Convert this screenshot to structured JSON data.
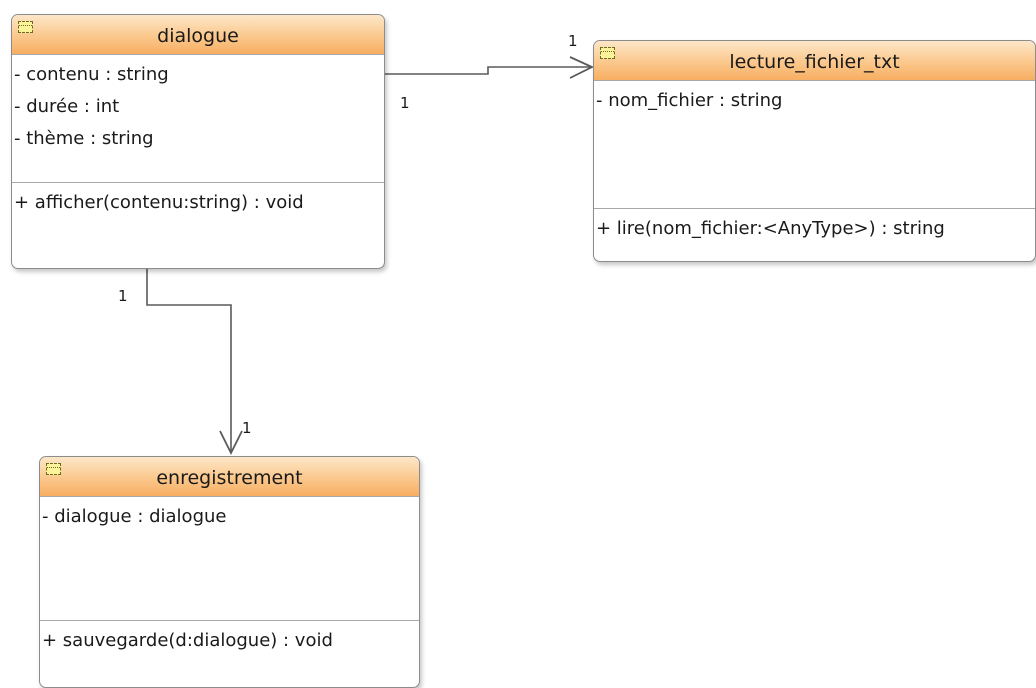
{
  "classes": {
    "dialogue": {
      "name": "dialogue",
      "attributes": [
        "- contenu : string",
        "- durée : int",
        "- thème : string"
      ],
      "operations": [
        "+ afficher(contenu:string) : void"
      ]
    },
    "lecture": {
      "name": "lecture_fichier_txt",
      "attributes": [
        "- nom_fichier : string"
      ],
      "operations": [
        "+ lire(nom_fichier:<AnyType>) : string"
      ]
    },
    "enregistrement": {
      "name": "enregistrement",
      "attributes": [
        "- dialogue : dialogue"
      ],
      "operations": [
        "+ sauvegarde(d:dialogue) : void"
      ]
    }
  },
  "associations": {
    "dialogue_lecture": {
      "source_mult": "1",
      "target_mult": "1"
    },
    "dialogue_enregistrement": {
      "source_mult": "1",
      "target_mult": "1"
    }
  },
  "colors": {
    "header_top": "#fde7c8",
    "header_bottom": "#f7ae62",
    "line": "#5a5a5a"
  }
}
